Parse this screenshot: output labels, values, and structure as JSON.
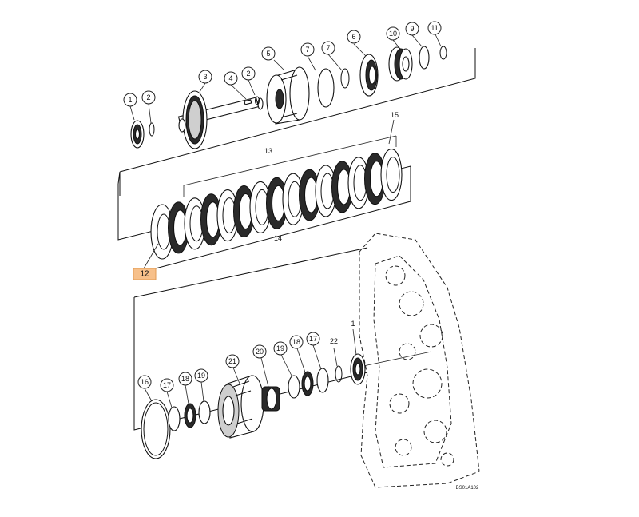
{
  "diagram": {
    "figure_code": "BS01A102",
    "highlighted_callout": "12",
    "highlight_color": "#f7c08a",
    "callouts": {
      "c1a": "1",
      "c2a": "2",
      "c3": "3",
      "c4": "4",
      "c2b": "2",
      "c5": "5",
      "c7a": "7",
      "c6": "6",
      "c10": "10",
      "c9": "9",
      "c11": "11",
      "c13": "13",
      "c14": "14",
      "c15": "15",
      "c12": "12",
      "c16": "16",
      "c17a": "17",
      "c18a": "18",
      "c19a": "19",
      "c21": "21",
      "c20": "20",
      "c19b": "19",
      "c18b": "18",
      "c17b": "17",
      "c22": "22",
      "c1b": "1"
    }
  }
}
